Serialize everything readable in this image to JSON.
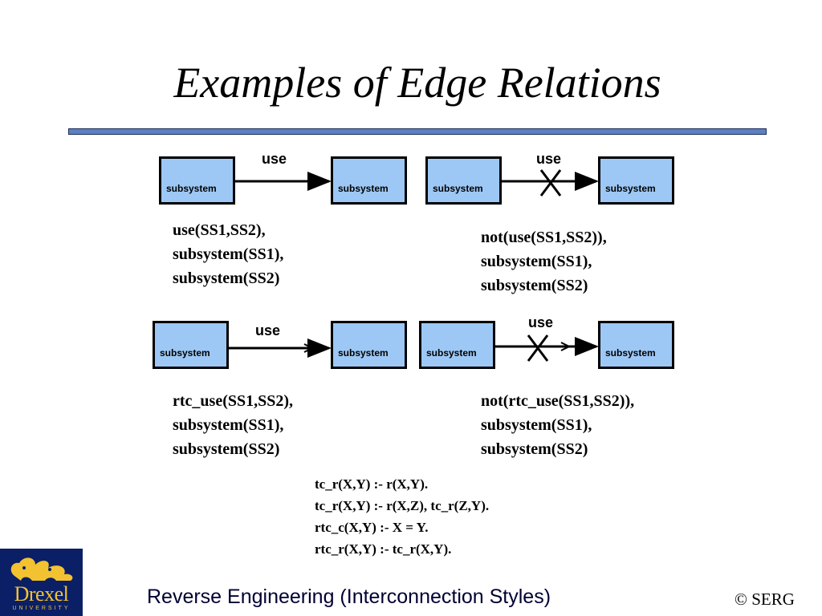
{
  "slide": {
    "title": "Examples of Edge Relations",
    "footer": "Reverse Engineering (Interconnection Styles)",
    "copyright": "© SERG"
  },
  "logo": {
    "name": "Drexel",
    "subtitle": "UNIVERSITY"
  },
  "box_label": "subsystem",
  "diagrams": [
    {
      "edge_label": "use",
      "negated": false,
      "facts": [
        "use(SS1,SS2),",
        "subsystem(SS1),",
        "subsystem(SS2)"
      ]
    },
    {
      "edge_label": "use",
      "negated": true,
      "facts": [
        "not(use(SS1,SS2)),",
        "subsystem(SS1),",
        "subsystem(SS2)"
      ]
    },
    {
      "edge_label": "use",
      "negated": false,
      "facts": [
        "rtc_use(SS1,SS2),",
        "subsystem(SS1),",
        "subsystem(SS2)"
      ]
    },
    {
      "edge_label": "use",
      "negated": true,
      "facts": [
        "not(rtc_use(SS1,SS2)),",
        "subsystem(SS1),",
        "subsystem(SS2)"
      ]
    }
  ],
  "rules": [
    "tc_r(X,Y) :- r(X,Y).",
    "tc_r(X,Y) :- r(X,Z), tc_r(Z,Y).",
    "rtc_c(X,Y) :- X = Y.",
    "rtc_r(X,Y) :- tc_r(X,Y)."
  ],
  "colors": {
    "box_fill": "#9dc8f5",
    "rule_bar": "#5b80c4",
    "footer_text": "#000033",
    "logo_bg": "#0a1f66",
    "logo_gold": "#f2c230"
  }
}
